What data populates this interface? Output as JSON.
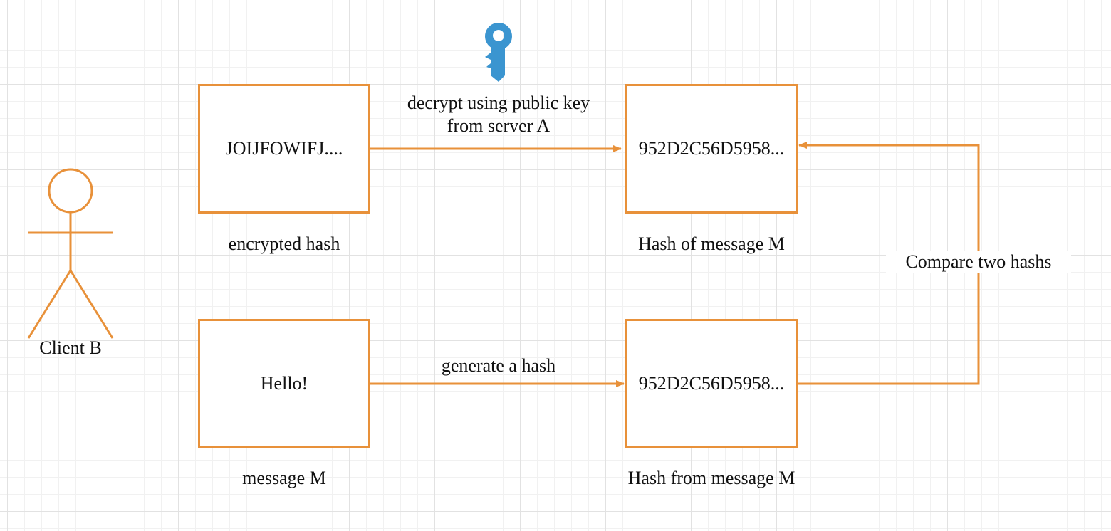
{
  "colors": {
    "stroke": "#E8913A",
    "key": "#3B95D0",
    "text": "#111111"
  },
  "actor": {
    "label": "Client B"
  },
  "boxes": {
    "encrypted": {
      "content": "JOIJFOWIFJ....",
      "caption": "encrypted hash"
    },
    "decrypted": {
      "content": "952D2C56D5958...",
      "caption": "Hash of message M"
    },
    "message": {
      "content": "Hello!",
      "caption": "message M"
    },
    "generated": {
      "content": "952D2C56D5958...",
      "caption": "Hash from message M"
    }
  },
  "arrows": {
    "decrypt": {
      "label_line1": "decrypt using public key",
      "label_line2": "from server A"
    },
    "generate": {
      "label": "generate a hash"
    },
    "compare": {
      "label": "Compare two hashs"
    }
  },
  "icons": {
    "key": "key-icon"
  }
}
